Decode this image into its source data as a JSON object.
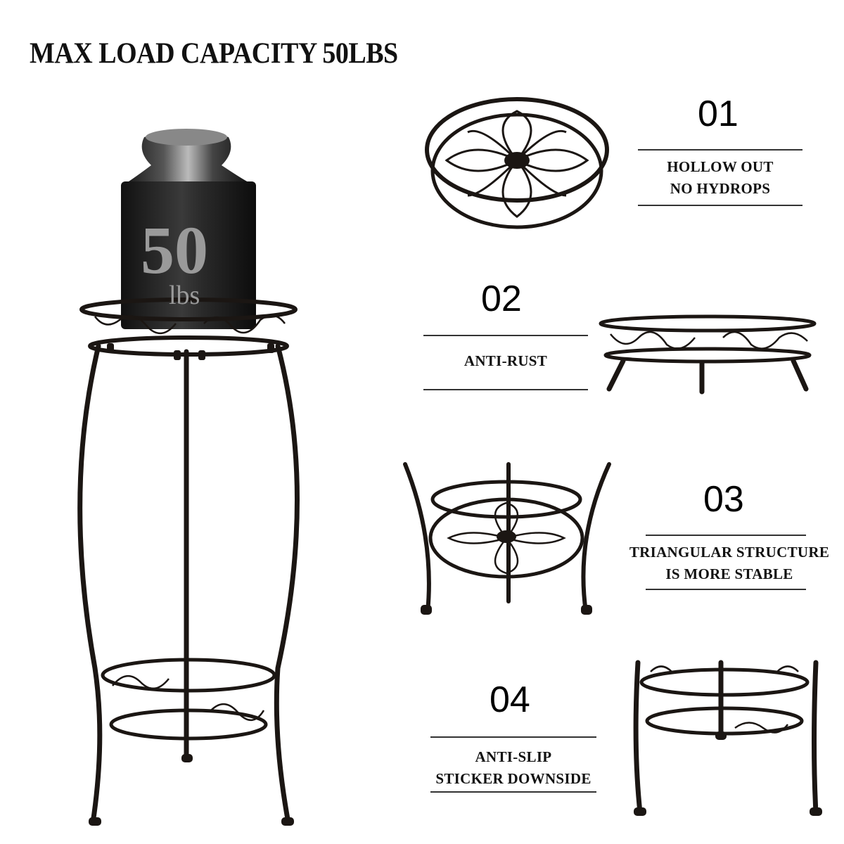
{
  "headline": "MAX LOAD CAPACITY 50LBS",
  "weight": {
    "number": "50",
    "unit": "lbs"
  },
  "features": [
    {
      "number": "01",
      "lines": [
        "HOLLOW OUT",
        "NO HYDROPS"
      ]
    },
    {
      "number": "02",
      "lines": [
        "ANTI-RUST"
      ]
    },
    {
      "number": "03",
      "lines": [
        "TRIANGULAR STRUCTURE",
        "IS MORE STABLE"
      ]
    },
    {
      "number": "04",
      "lines": [
        "ANTI-SLIP",
        "STICKER DOWNSIDE"
      ]
    }
  ],
  "colors": {
    "metal": "#1b1613",
    "text": "#111111",
    "rule": "#333333"
  }
}
